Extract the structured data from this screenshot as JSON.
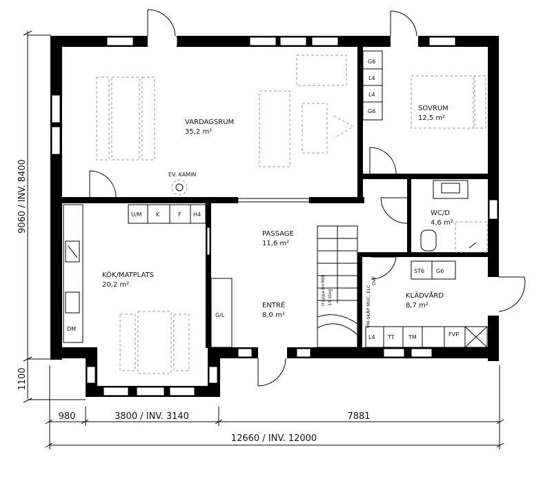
{
  "rooms": {
    "vardagsrum": {
      "name": "VARDAGSRUM",
      "area": "35,2 m²"
    },
    "sovrum": {
      "name": "SOVRUM",
      "area": "12,5 m²"
    },
    "wcd": {
      "name": "WC/D",
      "area": "4,6 m²"
    },
    "passage": {
      "name": "PASSAGE",
      "area": "11,6 m²"
    },
    "kok": {
      "name": "KÖK/MATPLATS",
      "area": "20,2 m²"
    },
    "entre": {
      "name": "ENTRÉ",
      "area": "8,0 m²"
    },
    "kladvard": {
      "name": "KLÄDVÅRD",
      "area": "8,7 m²"
    }
  },
  "labels": {
    "kamin": "EV. KAMIN",
    "trappa": "trappa b=900",
    "steg": "15 steg",
    "vmskap": "VM-SKÅP MUC, ELC",
    "dvf": "DVF"
  },
  "cabinets": {
    "sovrum": [
      "G6",
      "L4",
      "L4",
      "G6"
    ],
    "kok_top": [
      "U/M",
      "K",
      "F",
      "H4"
    ],
    "kok_side": "DM",
    "entre_closet": "G/L",
    "kladvard_top": [
      "ST6",
      "G6"
    ],
    "kladvard_bottom": [
      "L4",
      "TT",
      "TM",
      "FVP"
    ]
  },
  "dimensions": {
    "height_total": "9060 / INV. 8400",
    "height_lower": "1100",
    "seg1": "980",
    "seg2": "3800 / INV. 3140",
    "seg3": "7881",
    "width_total": "12660 / INV. 12000"
  }
}
